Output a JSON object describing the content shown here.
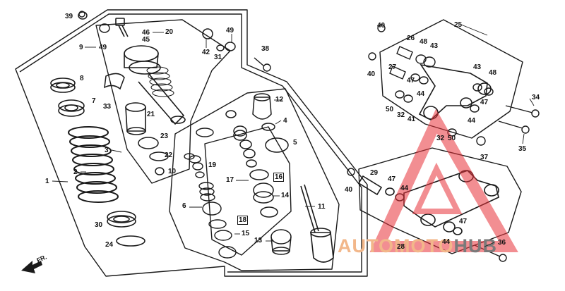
{
  "labels": {
    "p1": "1",
    "p2": "2",
    "p3": "3",
    "p4": "4",
    "p5": "5",
    "p6": "6",
    "p7": "7",
    "p8": "8",
    "p9": "9",
    "p10": "10",
    "p11": "11",
    "p12": "12",
    "p13": "13",
    "p14": "14",
    "p15": "15",
    "p16": "16",
    "p17": "17",
    "p18": "18",
    "p19": "19",
    "p20": "20",
    "p21": "21",
    "p22": "22",
    "p23": "23",
    "p24": "24",
    "p25": "25",
    "p26": "26",
    "p27": "27",
    "p28": "28",
    "p29": "29",
    "p30": "30",
    "p31": "31",
    "p32": "32",
    "p33": "33",
    "p34": "34",
    "p35": "35",
    "p36": "36",
    "p37": "37",
    "p38": "38",
    "p39": "39",
    "p40": "40",
    "p41": "41",
    "p42": "42",
    "p43": "43",
    "p44": "44",
    "p45": "45",
    "p46": "46",
    "p47": "47",
    "p48": "48",
    "p49": "49",
    "p50": "50"
  },
  "front_label": "FR.",
  "watermark": {
    "part1": "AUTOMOTO",
    "part2": "HUB"
  },
  "colors": {
    "line": "#1a1a1a",
    "watermark_red": "#e8323a",
    "watermark_orange": "#f2b78a",
    "watermark_gray": "#7a7a7a"
  }
}
